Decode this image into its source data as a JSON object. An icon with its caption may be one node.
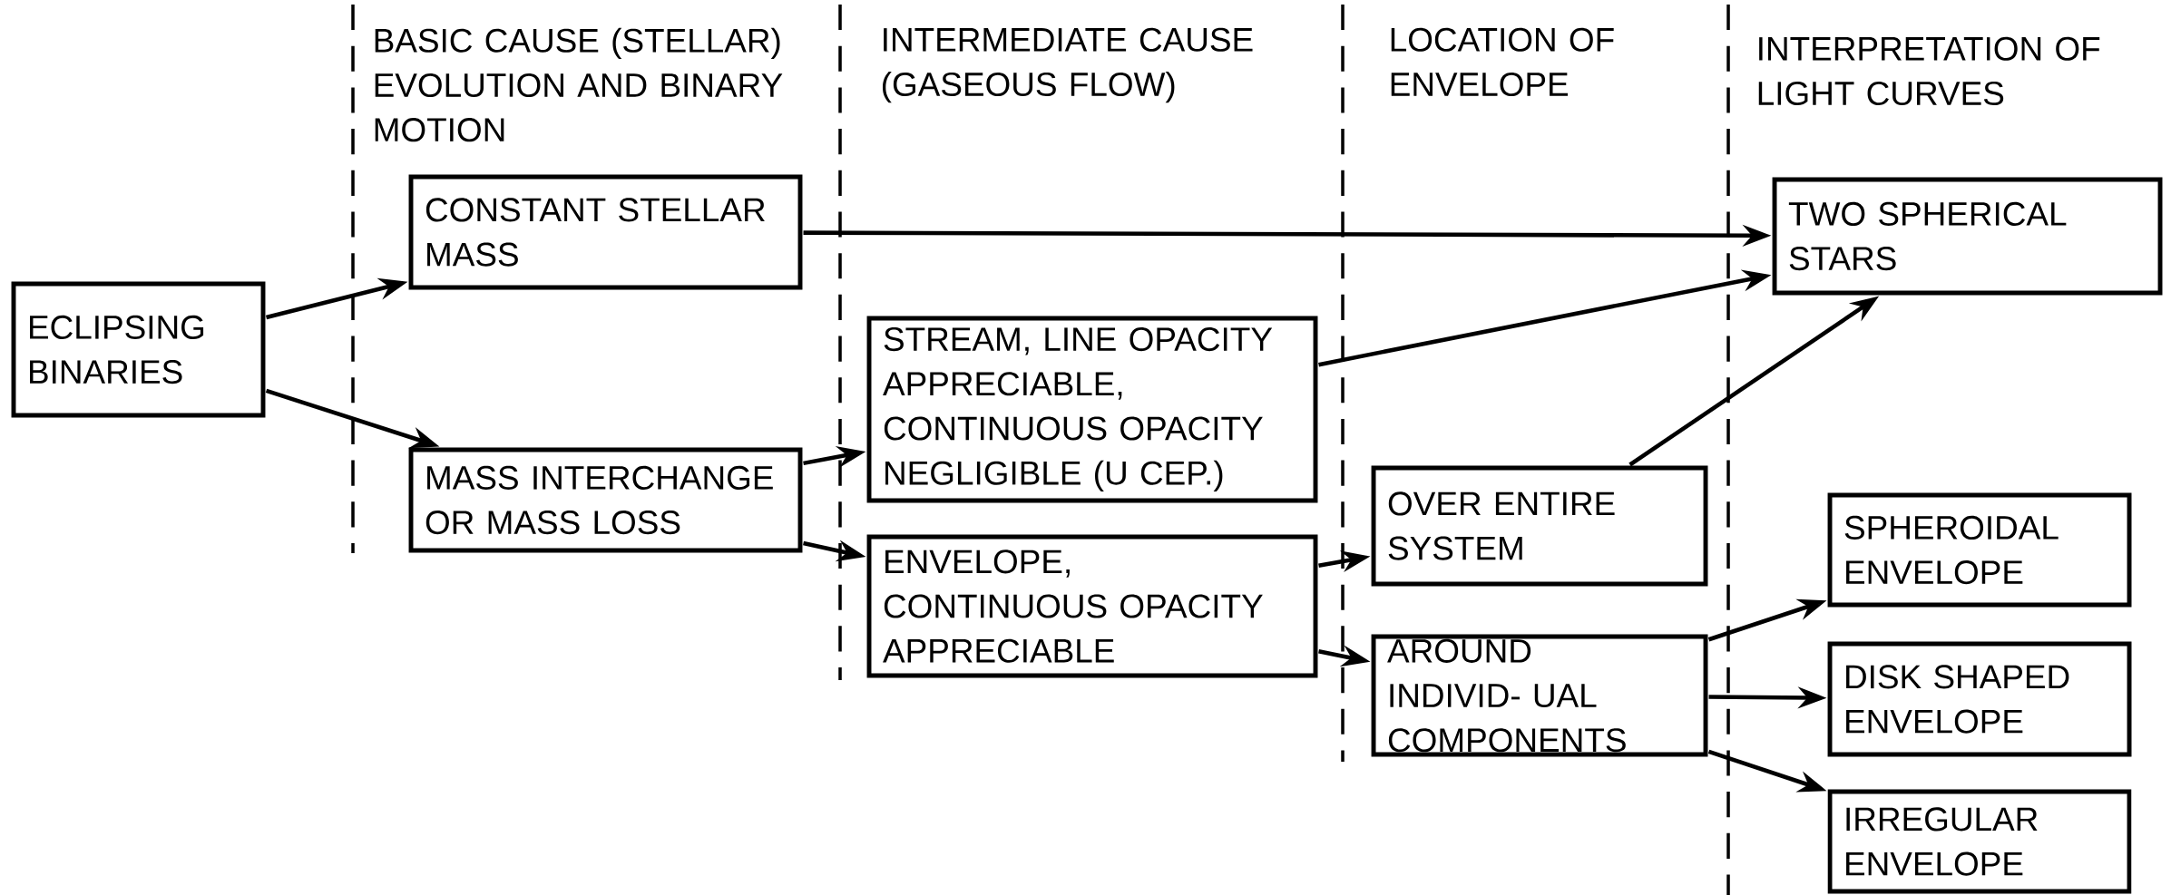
{
  "diagram": {
    "nodes": [
      {
        "text": [
          "ECLIPSING BINARIES"
        ]
      },
      {
        "text": [
          "CONSTANT STELLAR MASS"
        ]
      },
      {
        "text": [
          "MASS INTERCHANGE OR MASS LOSS"
        ]
      },
      {
        "text": [
          "STREAM, LINE OPACITY APPRECIABLE, CONTINUOUS OPACITY NEGLIGIBLE (U CEP.)"
        ]
      },
      {
        "text": [
          "ENVELOPE, CONTINUOUS OPACITY APPRECIABLE"
        ]
      },
      {
        "text": [
          "OVER ENTIRE SYSTEM"
        ]
      },
      {
        "text": [
          "AROUND INDIVID- UAL COMPONENTS"
        ]
      },
      {
        "text": [
          "TWO SPHERICAL STARS"
        ]
      },
      {
        "text": [
          "SPHEROIDAL ENVELOPE"
        ]
      },
      {
        "text": [
          "DISK SHAPED ENVELOPE"
        ]
      },
      {
        "text": [
          "IRREGULAR ENVELOPE"
        ]
      }
    ],
    "edges": [
      {
        "from": 0,
        "to": 1,
        "arrow": "to"
      },
      {
        "from": 0,
        "to": 2,
        "arrow": "to"
      },
      {
        "from": 1,
        "to": 7,
        "arrow": "to"
      },
      {
        "from": 2,
        "to": 3,
        "arrow": "to"
      },
      {
        "from": 2,
        "to": 4,
        "arrow": "to"
      },
      {
        "from": 3,
        "to": 7,
        "arrow": "to"
      },
      {
        "from": 4,
        "to": 5,
        "arrow": "to"
      },
      {
        "from": 4,
        "to": 6,
        "arrow": "to"
      },
      {
        "from": 5,
        "to": 7,
        "arrow": "to"
      },
      {
        "from": 6,
        "to": 8,
        "arrow": "to"
      },
      {
        "from": 6,
        "to": 9,
        "arrow": "to"
      },
      {
        "from": 6,
        "to": 10,
        "arrow": "to"
      }
    ],
    "labels": [
      "BASIC CAUSE (STELLAR) EVOLUTION AND BINARY MOTION",
      "INTERMEDIATE CAUSE (GASEOUS FLOW)",
      "LOCATION OF ENVELOPE",
      "INTERPRETATION OF LIGHT CURVES"
    ]
  }
}
